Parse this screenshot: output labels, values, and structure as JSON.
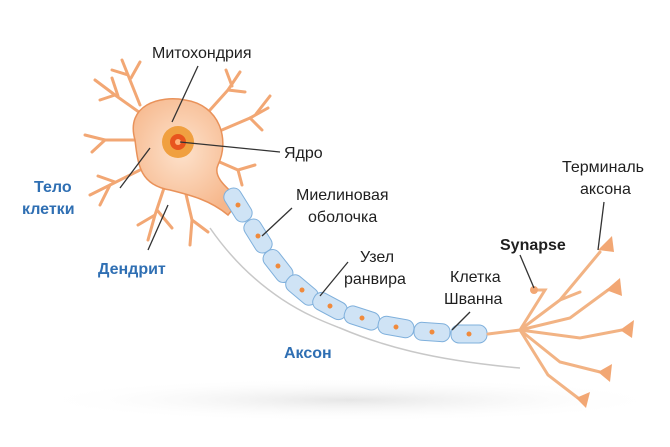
{
  "labels": {
    "mitochondria": "Митохондрия",
    "nucleus": "Ядро",
    "cell_body_line1": "Тело",
    "cell_body_line2": "клетки",
    "dendrite": "Дендрит",
    "myelin_line1": "Миелиновая",
    "myelin_line2": "оболочка",
    "node_line1": "Узел",
    "node_line2": "ранвира",
    "schwann_line1": "Клетка",
    "schwann_line2": "Шванна",
    "synapse": "Synapse",
    "terminal_line1": "Терминаль",
    "terminal_line2": "аксона",
    "axon": "Аксон"
  },
  "colors": {
    "label_dark": "#1f1f1f",
    "label_blue": "#2f6fb3",
    "cell_fill": "#f8c39a",
    "cell_stroke": "#e9925a",
    "nucleus_outer": "#f0a040",
    "nucleus_inner": "#e8541e",
    "myelin_fill": "#cfe3f5",
    "myelin_stroke": "#7fb0dc",
    "myelin_core": "#f08a3c"
  }
}
